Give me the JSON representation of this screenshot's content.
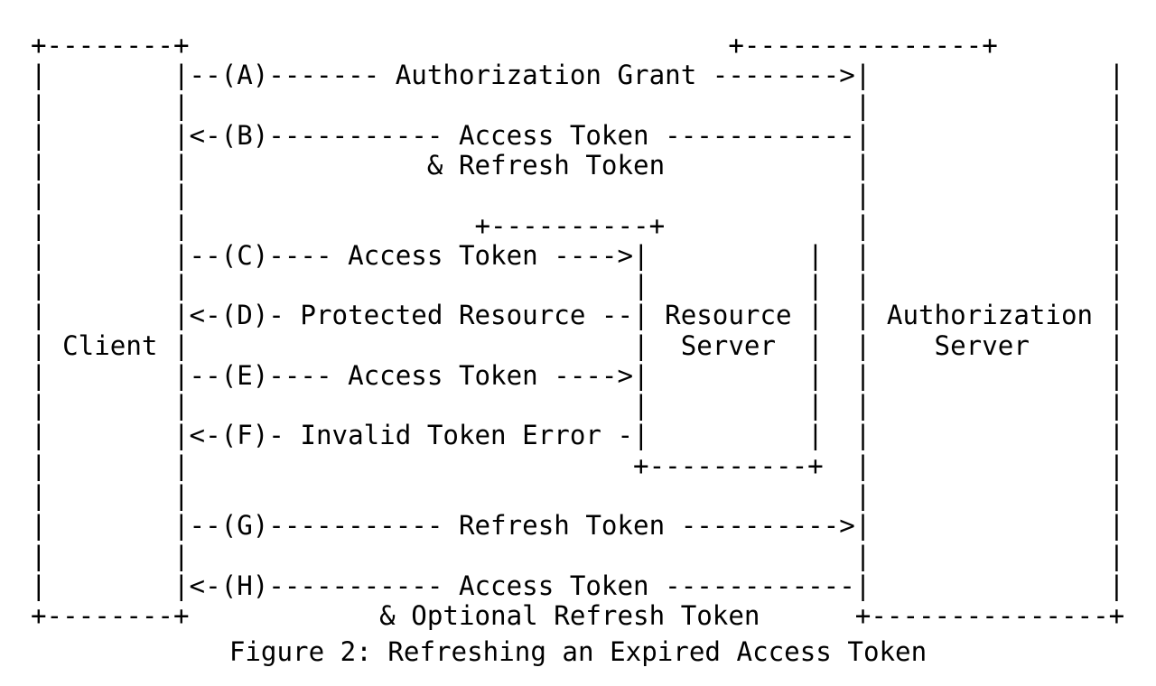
{
  "document": {
    "kind": "ascii-art-diagram",
    "title": "Figure 2: Refreshing an Expired Access Token",
    "background_color": "#ffffff",
    "text_color": "#000000"
  },
  "diagram": {
    "participants": [
      {
        "id": "client",
        "label": "Client",
        "box_width_dashes": 8
      },
      {
        "id": "resource-server",
        "label": "Resource Server",
        "box_width_dashes": 10
      },
      {
        "id": "authorization-server",
        "label": "Authorization Server",
        "box_width_dashes": 14
      }
    ],
    "steps": [
      {
        "key": "A",
        "label": "Authorization Grant",
        "direction": "client-to-authorization-server"
      },
      {
        "key": "B",
        "label": "Access Token & Refresh Token",
        "direction": "authorization-server-to-client"
      },
      {
        "key": "C",
        "label": "Access Token",
        "direction": "client-to-resource-server"
      },
      {
        "key": "D",
        "label": "Protected Resource",
        "direction": "resource-server-to-client"
      },
      {
        "key": "E",
        "label": "Access Token",
        "direction": "client-to-resource-server"
      },
      {
        "key": "F",
        "label": "Invalid Token Error",
        "direction": "resource-server-to-client"
      },
      {
        "key": "G",
        "label": "Refresh Token",
        "direction": "client-to-authorization-server"
      },
      {
        "key": "H",
        "label": "Access Token & Optional Refresh Token",
        "direction": "authorization-server-to-client"
      }
    ],
    "art": "+--------+                                  +---------------+\n|        |--(A)------- Authorization Grant -------->|               |\n|        |                                          |               |\n|        |<-(B)----------- Access Token ------------|               |\n|        |               & Refresh Token            |               |\n|        |                                          |               |\n|        |                  +----------+            |               |\n|        |--(C)---- Access Token ---->|          |  |               |\n|        |                            |          |  |               |\n|        |<-(D)- Protected Resource --| Resource |  | Authorization |\n| Client |                            |  Server  |  |    Server     |\n|        |--(E)---- Access Token ---->|          |  |               |\n|        |                            |          |  |               |\n|        |<-(F)- Invalid Token Error -|          |  |               |\n|        |                            +----------+  |               |\n|        |                                          |               |\n|        |--(G)----------- Refresh Token ---------->|               |\n|        |                                          |               |\n|        |<-(H)----------- Access Token ------------|               |\n+--------+            & Optional Refresh Token      +---------------+",
    "rows": [
      "+--------+                                           +--------------+",
      "|        |--(A)------- Authorization Grant --------->|              |",
      "|        |                                           |              |",
      "|        |<-(B)----------- Access Token -------------|              |",
      "|        |               & Refresh Token             |              |",
      "|        |                                           |              |",
      "|        |                         +----------+      |              |",
      "|        |--(C)---- Access Token ---->|        |      |              |",
      "|        |                         |          |      |              |",
      "|        |<-(D)- Protected Resource --| Resource |    | Authorization |",
      "| Client |                           |  Server  |    |    Server    |",
      "|        |--(E)---- Access Token ---->|        |      |              |",
      "|        |                         |          |      |              |",
      "|        |<-(F)- Invalid Token Error -|        |      |              |",
      "|        |                         +----------+      |              |",
      "|        |                                           |              |",
      "|        |--(G)----------- Refresh Token ----------->|              |",
      "|        |                                           |              |",
      "|        |<-(H)----------- Access Token -------------|              |",
      "+--------+            & Optional Refresh Token       +--------------+"
    ],
    "grid": {
      "client_left_col": 0,
      "client_right_col": 9,
      "resource_left_col": 39,
      "resource_right_col": 50,
      "auth_left_col": 54,
      "auth_right_col": 69
    }
  },
  "caption": {
    "text": "Figure 2: Refreshing an Expired Access Token"
  }
}
